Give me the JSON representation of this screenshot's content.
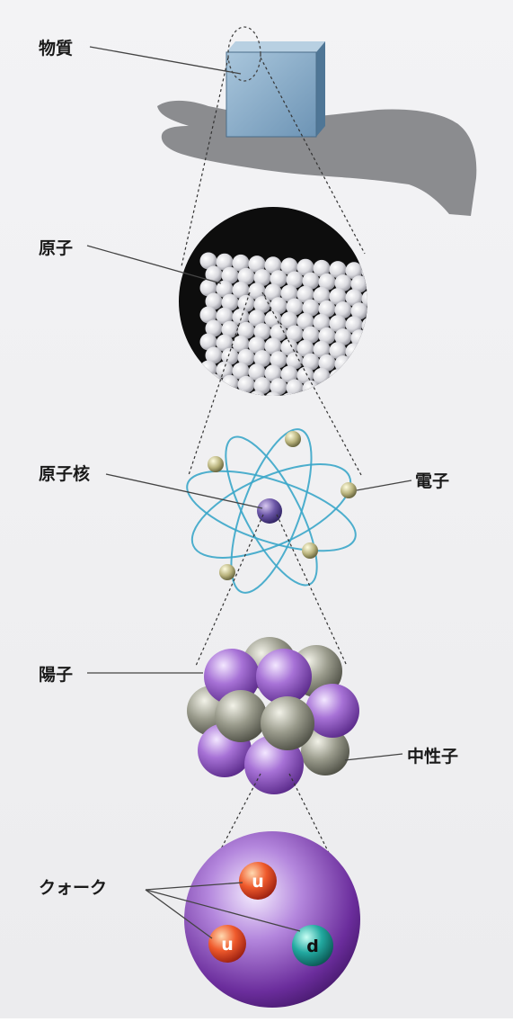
{
  "labels": {
    "matter": "物質",
    "atom": "原子",
    "nucleus": "原子核",
    "electron": "電子",
    "proton": "陽子",
    "neutron": "中性子",
    "quark": "クォーク"
  },
  "quarks": {
    "up1": "u",
    "up2": "u",
    "down": "d"
  },
  "colors": {
    "background": "#f1f1f2",
    "hand": "#8b8c8f",
    "cube": "#8fb3cf",
    "proton": "#9a62c9",
    "neutron": "#8e8f80",
    "orbit": "#3aa6c9",
    "up_quark": "#e0452a",
    "down_quark": "#1d9c95",
    "quark_ball": "#7c3aa6"
  },
  "icons": [
    "hand-icon",
    "cube-icon",
    "atom-lattice-icon",
    "atom-model-icon",
    "nucleus-cluster-icon",
    "proton-ball-icon",
    "up-quark-icon",
    "down-quark-icon"
  ]
}
